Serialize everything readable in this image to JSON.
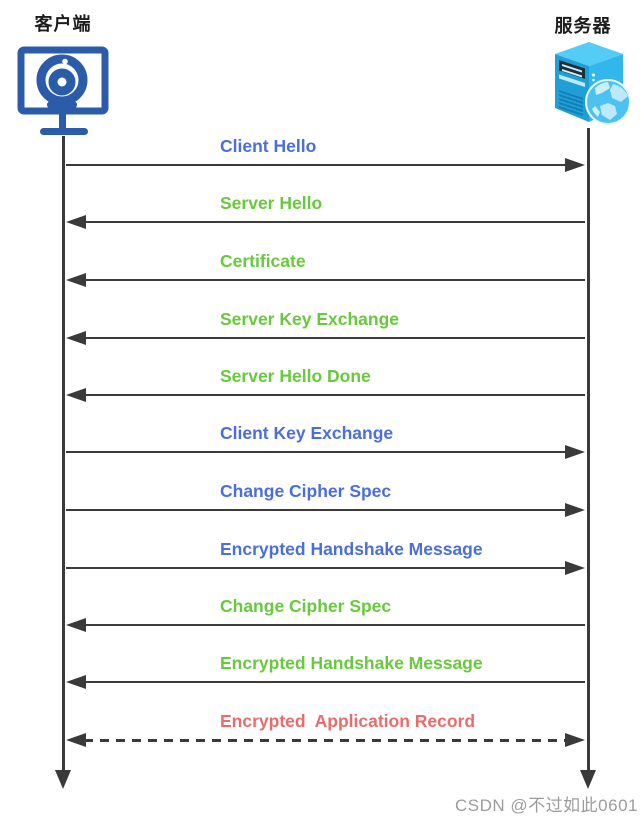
{
  "diagram": {
    "type": "sequence-diagram",
    "topic": "TLS handshake message flow"
  },
  "actors": {
    "client": {
      "label": "客户端",
      "icon": "monitor-webcam-icon"
    },
    "server": {
      "label": "服务器",
      "icon": "server-tower-globe-icon"
    }
  },
  "messages": [
    {
      "label": "Client Hello",
      "from": "client",
      "to": "server",
      "color": "blue",
      "line": "solid"
    },
    {
      "label": "Server Hello",
      "from": "server",
      "to": "client",
      "color": "green",
      "line": "solid"
    },
    {
      "label": "Certificate",
      "from": "server",
      "to": "client",
      "color": "green",
      "line": "solid"
    },
    {
      "label": "Server Key Exchange",
      "from": "server",
      "to": "client",
      "color": "green",
      "line": "solid"
    },
    {
      "label": "Server Hello Done",
      "from": "server",
      "to": "client",
      "color": "green",
      "line": "solid"
    },
    {
      "label": "Client Key Exchange",
      "from": "client",
      "to": "server",
      "color": "blue",
      "line": "solid"
    },
    {
      "label": "Change Cipher Spec",
      "from": "client",
      "to": "server",
      "color": "blue",
      "line": "solid"
    },
    {
      "label": "Encrypted Handshake Message",
      "from": "client",
      "to": "server",
      "color": "blue",
      "line": "solid"
    },
    {
      "label": "Change Cipher Spec",
      "from": "server",
      "to": "client",
      "color": "green",
      "line": "solid"
    },
    {
      "label": "Encrypted Handshake Message",
      "from": "server",
      "to": "client",
      "color": "green",
      "line": "solid"
    },
    {
      "label": "Encrypted  Application Record",
      "from": "client",
      "to": "server",
      "bidirectional": true,
      "color": "red",
      "line": "dashed"
    }
  ],
  "watermark": "CSDN @不过如此0601",
  "colors": {
    "label_blue": "#4a6edf",
    "label_green": "#68c93c",
    "label_red": "#e96c6c",
    "arrow_line": "#3a3a3a",
    "client_icon_blue": "#2a5caa",
    "server_front_blue": "#1e9fd8",
    "server_side_blue": "#31b7ec",
    "server_top_blue": "#55ccf5",
    "globe_blue": "#4cc2f0",
    "watermark_gray": "#9c9c9c"
  }
}
